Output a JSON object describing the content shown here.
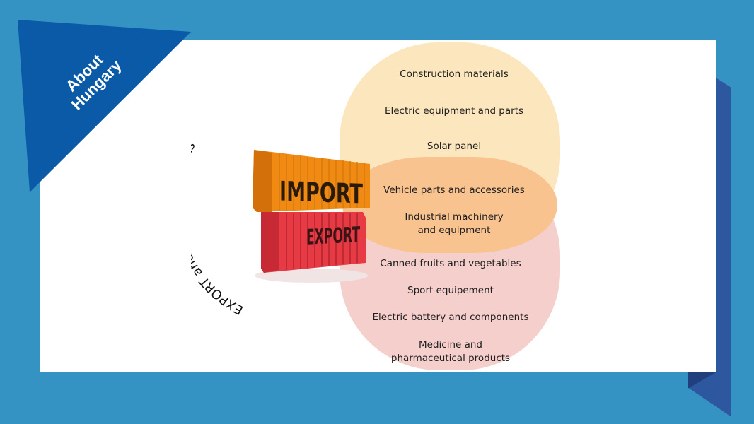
{
  "ribbon": {
    "line1": "About",
    "line2": "Hungary"
  },
  "arc_title": "EXPORT and IMPORT products",
  "containers": {
    "top_label": "IMPORT",
    "bottom_label": "EXPORT"
  },
  "import_items": [
    "Construction materials",
    "Electric equipment and parts",
    "Solar panel"
  ],
  "overlap_items": [
    "Vehicle parts and accessories",
    "Industrial machinery",
    "and equipment"
  ],
  "export_items": [
    "Canned fruits and vegetables",
    "Sport equipement",
    "Electric battery and components",
    "Medicine and",
    "pharmaceutical products"
  ],
  "colors": {
    "background": "#3493c3",
    "ribbon": "#0a5aa8",
    "side_band": "#2d579f",
    "import_blob": "#fbe6bd",
    "export_blob": "#f5cfcc",
    "overlap_blob": "#f8c38f",
    "import_container": "#f08a12",
    "export_container": "#e63a45"
  }
}
